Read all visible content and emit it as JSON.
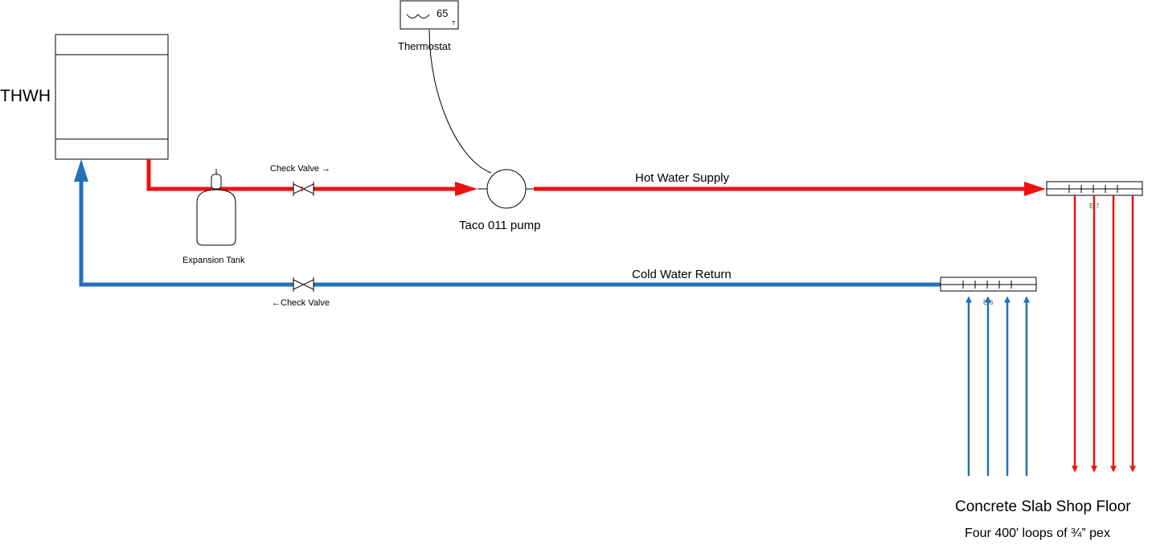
{
  "colors": {
    "hot_pipe": "#ee1111",
    "cold_pipe": "#1f73b8",
    "outline": "#000000",
    "background": "#ffffff"
  },
  "labels": {
    "heater": "THWH",
    "thermostat_setpoint": "65",
    "thermostat_mark": "T",
    "thermostat": "Thermostat",
    "check_valve_supply": "Check Valve →",
    "check_valve_return": "←Check Valve",
    "expansion_tank": "Expansion Tank",
    "pump": "Taco 011 pump",
    "hot_supply": "Hot Water Supply",
    "cold_return": "Cold Water Return",
    "supply_manifold": "E-7",
    "return_manifold": "E-6",
    "floor_title": "Concrete Slab Shop Floor",
    "floor_subtitle": "Four 400' loops of ¾” pex"
  }
}
